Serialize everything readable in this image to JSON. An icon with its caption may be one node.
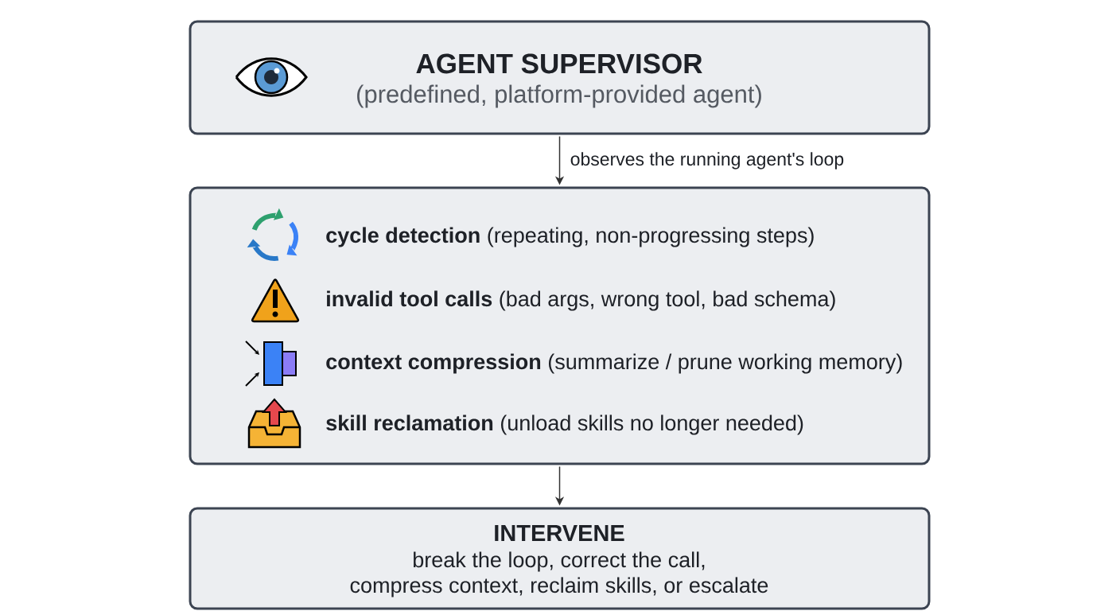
{
  "diagram": {
    "nodes": [
      {
        "text": [
          "AGENT SUPERVISOR",
          "(predefined, platform-provided agent)"
        ]
      },
      {
        "text": [
          "**cycle detection** (repeating, non-progressing steps)",
          "**invalid tool calls** (bad args, wrong tool, bad schema)",
          "**context compression** (summarize / prune working memory)",
          "**skill reclamation** (unload skills no longer needed)"
        ]
      },
      {
        "text": [
          "INTERVENE",
          "break the loop, correct the call, compress context, reclaim skills, or escalate"
        ]
      }
    ],
    "edges": [
      {
        "from": 0,
        "to": 1,
        "arrow": "to",
        "label": "observes the running agent's loop"
      },
      {
        "from": 1,
        "to": 2,
        "arrow": "to"
      }
    ]
  }
}
